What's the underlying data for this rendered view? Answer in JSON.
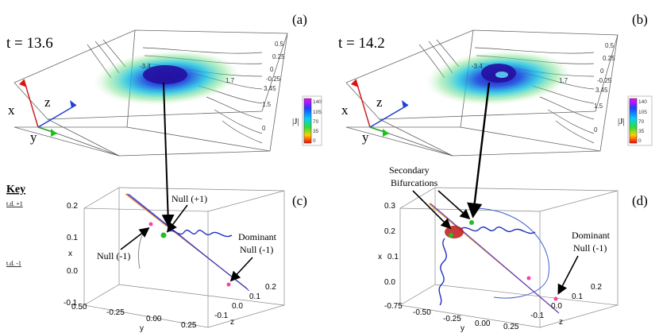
{
  "panels": {
    "a": {
      "label": "(a)",
      "time": "t = 13.6",
      "axes": {
        "x": "x",
        "y": "y",
        "z": "z"
      },
      "tick_right": [
        "0.5",
        "0.25",
        "0",
        "-0.25",
        "3.45",
        "1.5",
        "0"
      ],
      "contour_labels": [
        "-3.4",
        "1.7"
      ],
      "colorbar": {
        "title": "|J|",
        "ticks": [
          "140",
          "105",
          "70",
          "35",
          "0"
        ]
      }
    },
    "b": {
      "label": "(b)",
      "time": "t = 14.2",
      "axes": {
        "x": "x",
        "y": "y",
        "z": "z"
      },
      "tick_right": [
        "0.5",
        "0.25",
        "0",
        "-0.25",
        "3.45",
        "1.5",
        "0"
      ],
      "contour_labels": [
        "-3.4",
        "1.7"
      ],
      "colorbar": {
        "title": "|J|",
        "ticks": [
          "140",
          "105",
          "70",
          "35",
          "0"
        ]
      }
    },
    "c": {
      "label": "(c)",
      "x_axis_title": "x",
      "y_axis_title": "y",
      "z_axis_title": "z",
      "x_ticks": [
        "0.2",
        "0.1",
        "0.0",
        "-0.1"
      ],
      "y_ticks": [
        "0.50",
        "-0.25",
        "0.00",
        "0.25"
      ],
      "z_ticks": [
        "0.2",
        "0.1",
        "0.0",
        "-0.1"
      ],
      "annotations": [
        "Null (+1)",
        "Null (-1)",
        "Dominant",
        "Null (-1)"
      ]
    },
    "d": {
      "label": "(d)",
      "x_axis_title": "x",
      "y_axis_title": "y",
      "z_axis_title": "z",
      "x_ticks": [
        "0.3",
        "0.2",
        "0.1",
        "0.0"
      ],
      "y_ticks": [
        "-0.75",
        "-0.50",
        "-0.25",
        "0.00",
        "0.25"
      ],
      "z_ticks": [
        "0.2",
        "0.1",
        "0.0",
        "-0.1"
      ],
      "annotations": [
        "Secondary",
        "Bifurcations",
        "Dominant",
        "Null (-1)"
      ]
    }
  },
  "key": {
    "title": "Key",
    "items": [
      "t.d. +1",
      "t.d. -1"
    ]
  },
  "colors": {
    "colorbar": [
      "#ff00ff",
      "#2040ff",
      "#00d0ff",
      "#30e030",
      "#ffd000",
      "#ff0000"
    ],
    "red_marker": "#e01010",
    "blue_marker": "#2040e0",
    "green_marker": "#20c020",
    "fieldline_blue": "#2030c0",
    "spine_orange": "#f0a020",
    "spine_purple": "#6040d0",
    "null_pink": "#ff40a0"
  }
}
